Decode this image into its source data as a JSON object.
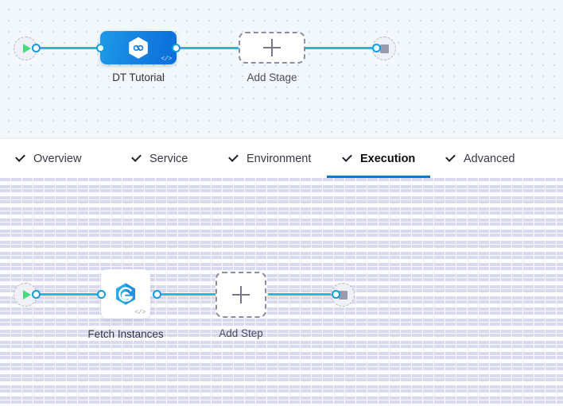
{
  "theme": {
    "accent_blue": "#0278d5",
    "edge_blue": "#29b5e8",
    "stage_gradient_from": "#1d9ae8",
    "stage_gradient_to": "#0a6edb",
    "play_green": "#4ed87f",
    "stop_gray": "#9b9baf",
    "dashed_gray": "#8c8ca3"
  },
  "stage_canvas": {
    "name": "pipeline-stage-canvas",
    "start_node": {
      "icon": "play-icon"
    },
    "end_node": {
      "icon": "stop-icon"
    },
    "stage": {
      "label": "DT Tutorial",
      "icon": "hexagon-link-icon",
      "code_badge": "</>"
    },
    "add_stage": {
      "label": "Add Stage",
      "icon": "plus-icon"
    }
  },
  "tabs": {
    "name": "stage-config-tabs",
    "items": [
      {
        "label": "Overview",
        "icon": "check-icon",
        "active": false
      },
      {
        "label": "Service",
        "icon": "check-icon",
        "active": false
      },
      {
        "label": "Environment",
        "icon": "check-icon",
        "active": false
      },
      {
        "label": "Execution",
        "icon": "check-icon",
        "active": true
      },
      {
        "label": "Advanced",
        "icon": "check-icon",
        "active": false
      }
    ]
  },
  "step_canvas": {
    "name": "execution-step-canvas",
    "start_node": {
      "icon": "play-icon"
    },
    "end_node": {
      "icon": "stop-icon"
    },
    "step": {
      "label": "Fetch Instances",
      "icon": "harness-hexagon-icon",
      "code_badge": "</>"
    },
    "add_step": {
      "label": "Add Step",
      "icon": "plus-icon"
    }
  }
}
